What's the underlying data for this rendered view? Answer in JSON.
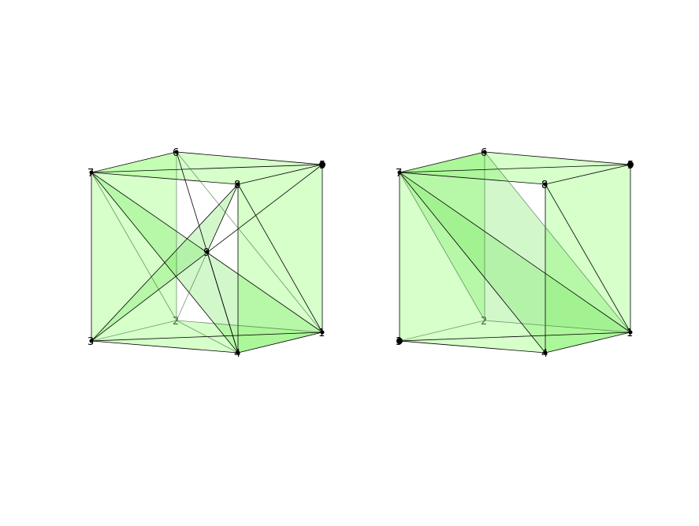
{
  "panels": [
    {
      "id": "left",
      "vertices": [
        {
          "label": "6",
          "hidden": false
        },
        {
          "label": "7",
          "hidden": false
        },
        {
          "label": "5",
          "hidden": false
        },
        {
          "label": "8",
          "hidden": false
        },
        {
          "label": "9",
          "hidden": false
        },
        {
          "label": "2",
          "hidden": true
        },
        {
          "label": "3",
          "hidden": false
        },
        {
          "label": "4",
          "hidden": false
        },
        {
          "label": "1",
          "hidden": false
        }
      ]
    },
    {
      "id": "right",
      "vertices": [
        {
          "label": "6",
          "hidden": false
        },
        {
          "label": "7",
          "hidden": false
        },
        {
          "label": "5",
          "hidden": false
        },
        {
          "label": "8",
          "hidden": false
        },
        {
          "label": "2",
          "hidden": true
        },
        {
          "label": "3",
          "hidden": false
        },
        {
          "label": "4",
          "hidden": false
        },
        {
          "label": "1",
          "hidden": false
        }
      ]
    }
  ],
  "colors": {
    "face": "#b5ff9e",
    "inner_face": "#7fe86a",
    "edge": "#000000"
  }
}
